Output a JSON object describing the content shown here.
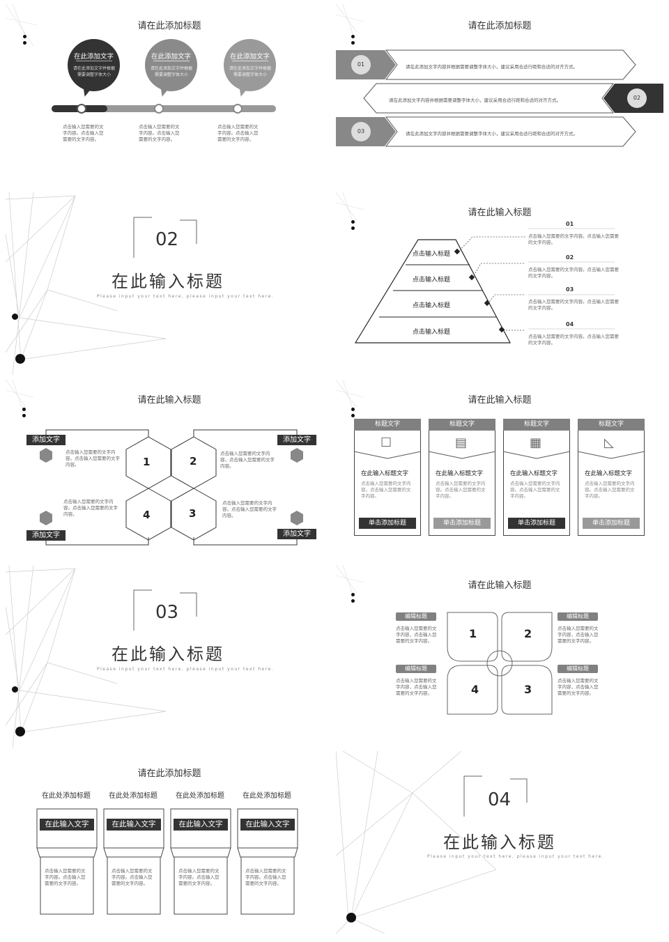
{
  "s1": {
    "title": "请在此添加标题",
    "bubbles": [
      {
        "head": "在此添加文字",
        "body": "请在此添加文字并根据需要调整字体大小"
      },
      {
        "head": "在此添加文字",
        "body": "请在此添加文字并根据需要调整字体大小"
      },
      {
        "head": "在此添加文字",
        "body": "请在此添加文字并根据需要调整字体大小"
      }
    ],
    "notes": [
      "点击输入您需要的文字内容。点击输入您需要的文字内容。",
      "点击输入您需要的文字内容。点击输入您需要的文字内容。",
      "点击输入您需要的文字内容。点击输入您需要的文字内容。"
    ]
  },
  "s2": {
    "title": "请在此添加标题",
    "rows": [
      {
        "num": "01",
        "text": "请在此添加文字内容并根据需要调整字体大小，建议采用合适行距和合适的对齐方式。"
      },
      {
        "num": "02",
        "text": "请在此添加文字内容并根据需要调整字体大小，建议采用合适行距和合适的对齐方式。"
      },
      {
        "num": "03",
        "text": "请在此添加文字内容并根据需要调整字体大小，建议采用合适行距和合适的对齐方式。"
      }
    ]
  },
  "sec02": {
    "num": "02",
    "title": "在此输入标题",
    "sub": "Please input your text here, please input your text here."
  },
  "s4": {
    "title": "请在此输入标题",
    "layers": [
      "点击输入标题",
      "点击输入标题",
      "点击输入标题",
      "点击输入标题"
    ],
    "items": [
      {
        "num": "01",
        "text": "点击输入您需要的文字内容。点击输入您需要的文字内容。"
      },
      {
        "num": "02",
        "text": "点击输入您需要的文字内容。点击输入您需要的文字内容。"
      },
      {
        "num": "03",
        "text": "点击输入您需要的文字内容。点击输入您需要的文字内容。"
      },
      {
        "num": "04",
        "text": "点击输入您需要的文字内容。点击输入您需要的文字内容。"
      }
    ]
  },
  "s5": {
    "title": "请在此输入标题",
    "tags": [
      "添加文字",
      "添加文字",
      "添加文字",
      "添加文字"
    ],
    "hex": [
      "1",
      "2",
      "4",
      "3"
    ],
    "texts": [
      "点击输入您需要的文字内容。点击输入您需要的文字内容。",
      "点击输入您需要的文字内容。点击输入您需要的文字内容。",
      "点击输入您需要的文字内容。点击输入您需要的文字内容。",
      "点击输入您需要的文字内容。点击输入您需要的文字内容。"
    ]
  },
  "s6": {
    "title": "请在此输入标题",
    "cards": [
      {
        "head": "标题文字",
        "title": "在此输入标题文字",
        "body": "点击输入您需要的文字内容。点击输入您需要的文字内容。",
        "btn": "单击添加标题",
        "icon": "book-reader-icon"
      },
      {
        "head": "标题文字",
        "title": "在此输入标题文字",
        "body": "点击输入您需要的文字内容。点击输入您需要的文字内容。",
        "btn": "单击添加标题",
        "icon": "tablet-icon"
      },
      {
        "head": "标题文字",
        "title": "在此输入标题文字",
        "body": "点击输入您需要的文字内容。点击输入您需要的文字内容。",
        "btn": "单击添加标题",
        "icon": "open-book-icon"
      },
      {
        "head": "标题文字",
        "title": "在此输入标题文字",
        "body": "点击输入您需要的文字内容。点击输入您需要的文字内容。",
        "btn": "单击添加标题",
        "icon": "triangle-ruler-icon"
      }
    ]
  },
  "sec03": {
    "num": "03",
    "title": "在此输入标题",
    "sub": "Please input your text here, please input your text here."
  },
  "s8": {
    "title": "请在此输入标题",
    "petals": [
      "1",
      "2",
      "4",
      "3"
    ],
    "tags": [
      "编辑标题",
      "编辑标题",
      "编辑标题",
      "编辑标题"
    ],
    "texts": [
      "点击输入您需要的文字内容，点击输入您需要的文字内容。",
      "点击输入您需要的文字内容，点击输入您需要的文字内容。",
      "点击输入您需要的文字内容，点击输入您需要的文字内容。",
      "点击输入您需要的文字内容，点击输入您需要的文字内容。"
    ]
  },
  "s9": {
    "title": "请在此添加标题",
    "cols": [
      {
        "head": "在此处添加标题",
        "tag": "在此输入文字",
        "text": "点击输入您需要的文字内容。点击输入您需要的文字内容。"
      },
      {
        "head": "在此处添加标题",
        "tag": "在此输入文字",
        "text": "点击输入您需要的文字内容。点击输入您需要的文字内容。"
      },
      {
        "head": "在此处添加标题",
        "tag": "在此输入文字",
        "text": "点击输入您需要的文字内容。点击输入您需要的文字内容。"
      },
      {
        "head": "在此处添加标题",
        "tag": "在此输入文字",
        "text": "点击输入您需要的文字内容。点击输入您需要的文字内容。"
      }
    ]
  },
  "sec04": {
    "num": "04",
    "title": "在此输入标题",
    "sub": "Please input your text here, please input your text here."
  }
}
